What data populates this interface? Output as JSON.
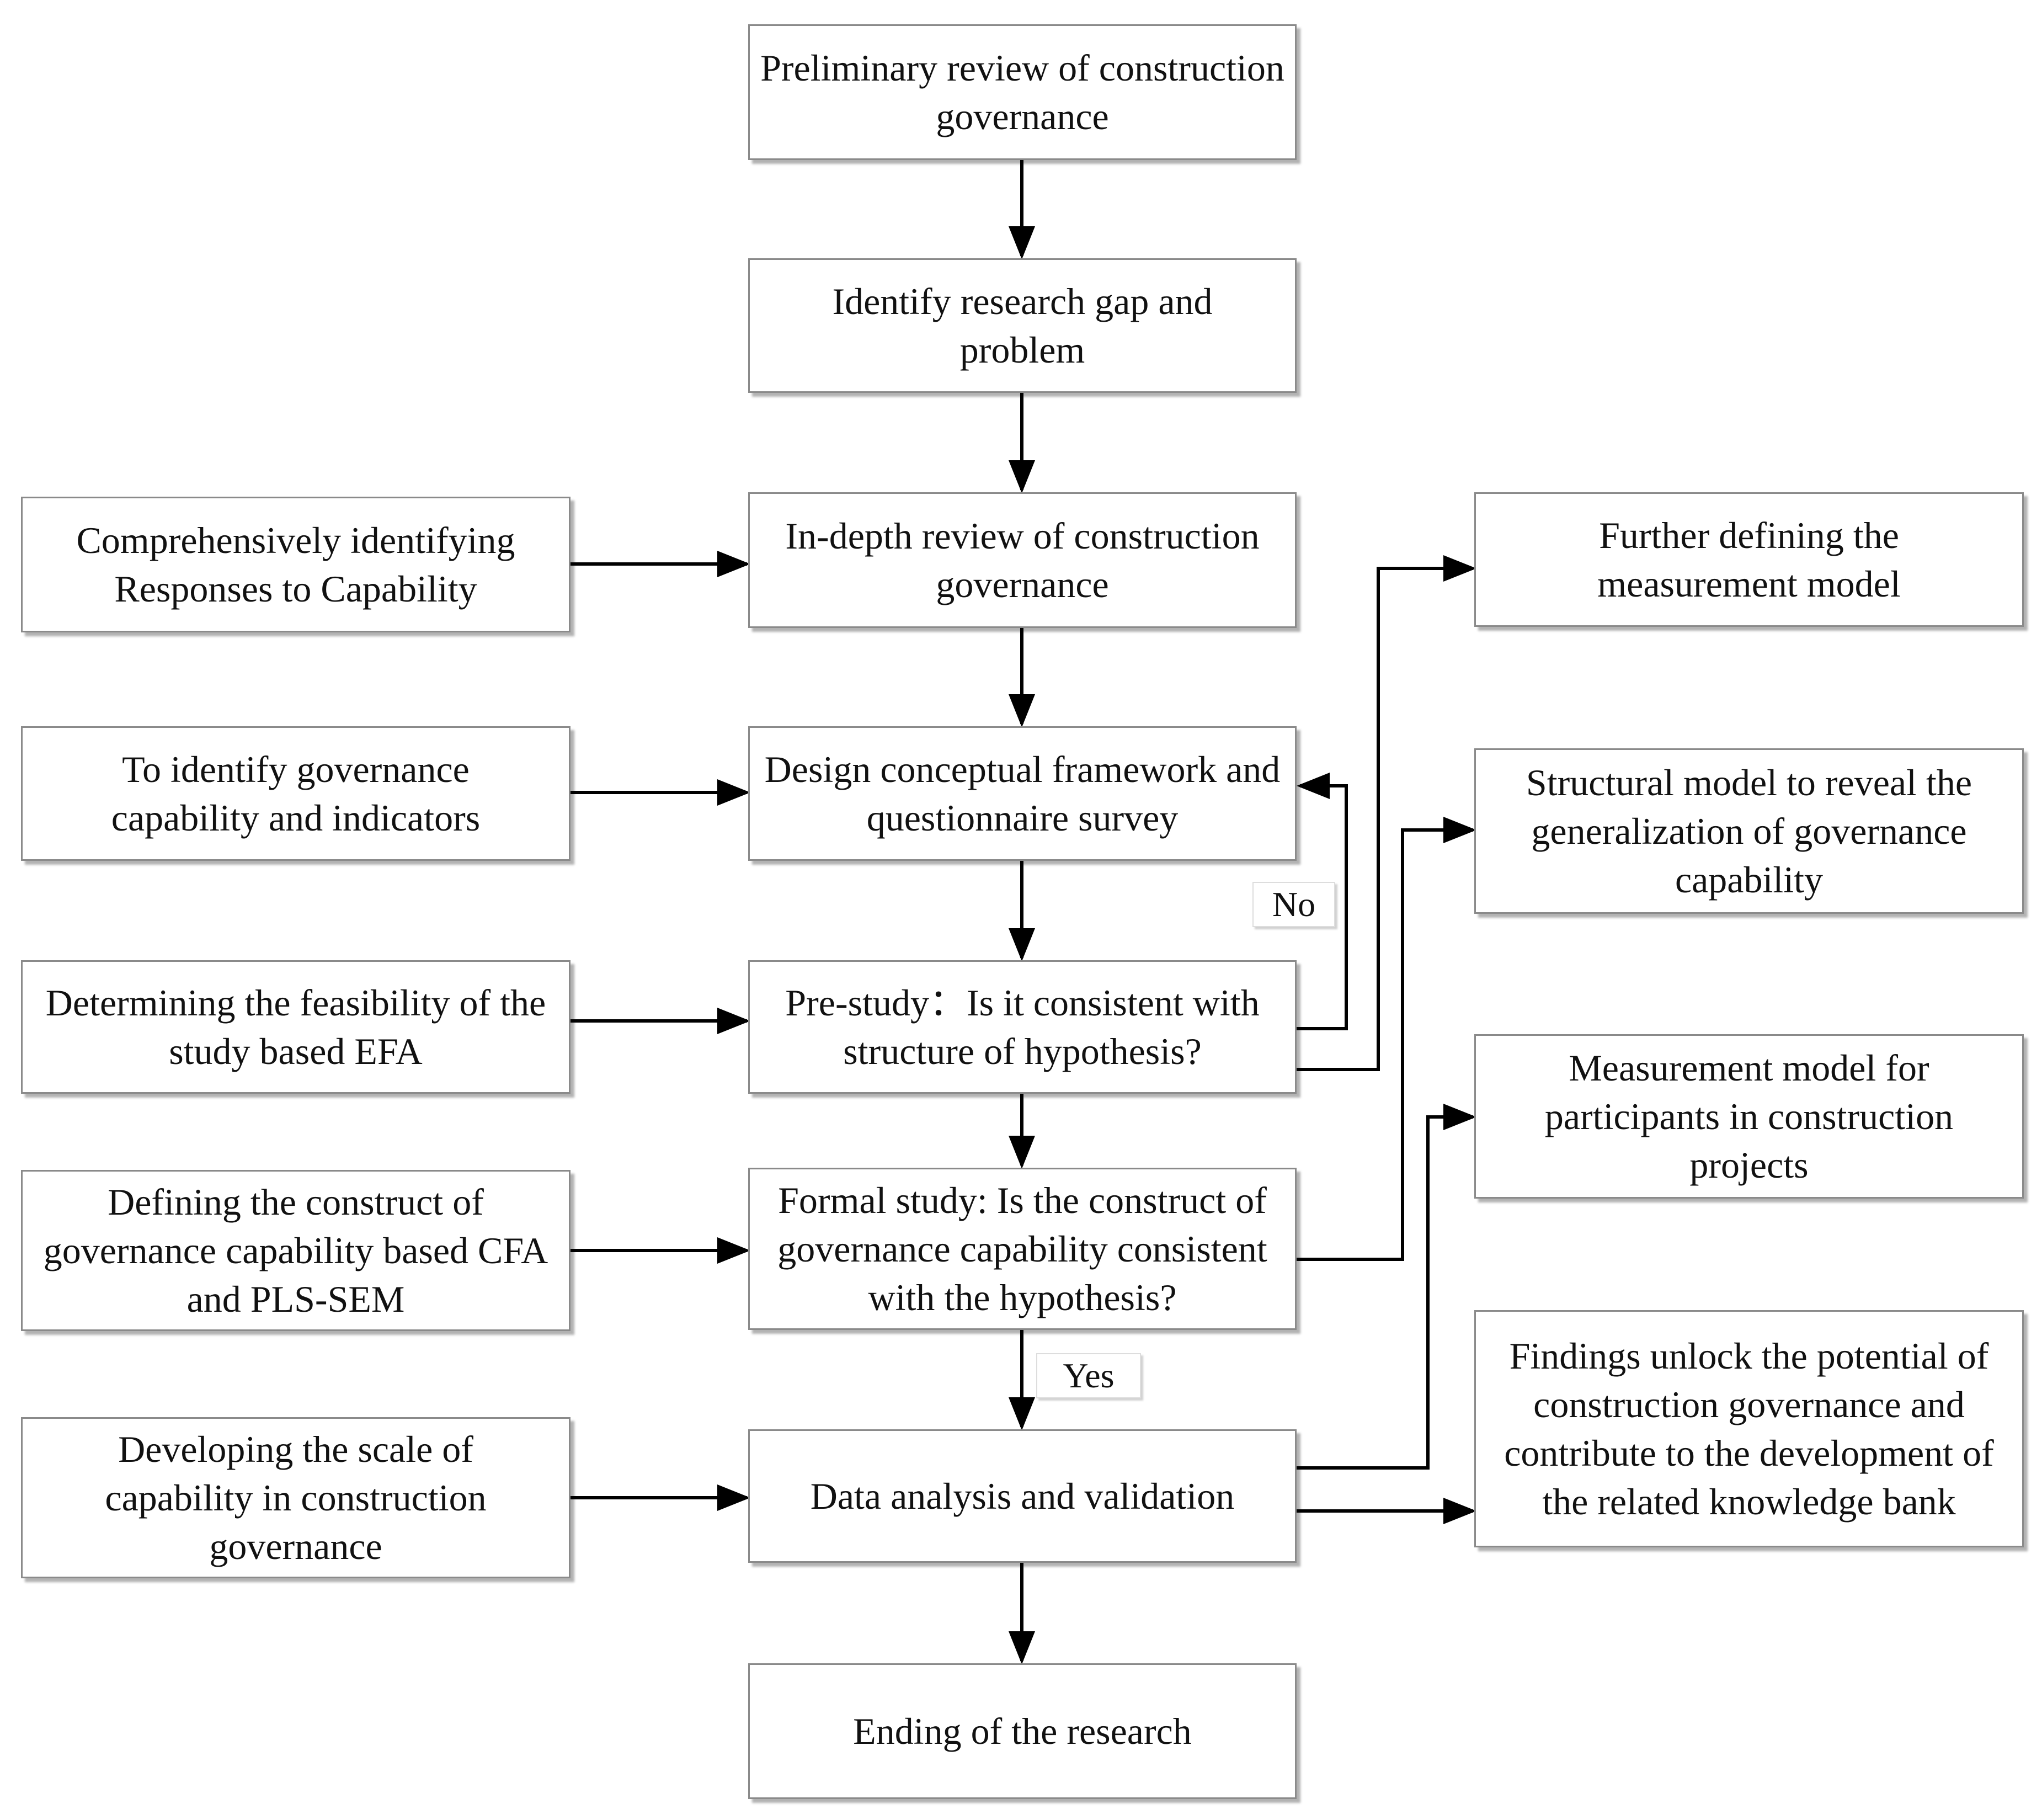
{
  "flowchart": {
    "main_steps": {
      "preliminary_review": "Preliminary review of construction governance",
      "identify_gap": "Identify research gap and problem",
      "in_depth_review": "In-depth review of construction governance",
      "design_framework": "Design conceptual framework and questionnaire survey",
      "pre_study": "Pre-study：Is it consistent with structure of hypothesis?",
      "formal_study": "Formal study: Is the construct of governance capability consistent with the hypothesis?",
      "data_analysis": "Data analysis and validation",
      "ending": "Ending of the research"
    },
    "left_inputs": {
      "responses": "Comprehensively identifying Responses to Capability",
      "indicators": "To identify governance capability and indicators",
      "feasibility": "Determining the feasibility of the study based EFA",
      "construct": "Defining the construct of governance capability based CFA and PLS-SEM",
      "scale": "Developing the scale of capability in construction governance"
    },
    "right_outputs": {
      "measurement_model": "Further defining the measurement model",
      "structural_model": "Structural model to reveal the generalization of governance capability",
      "participants_model": "Measurement model for participants in construction projects",
      "findings": "Findings unlock the potential of construction governance and contribute to the development of the related knowledge bank"
    },
    "decision_labels": {
      "no": "No",
      "yes": "Yes"
    }
  }
}
